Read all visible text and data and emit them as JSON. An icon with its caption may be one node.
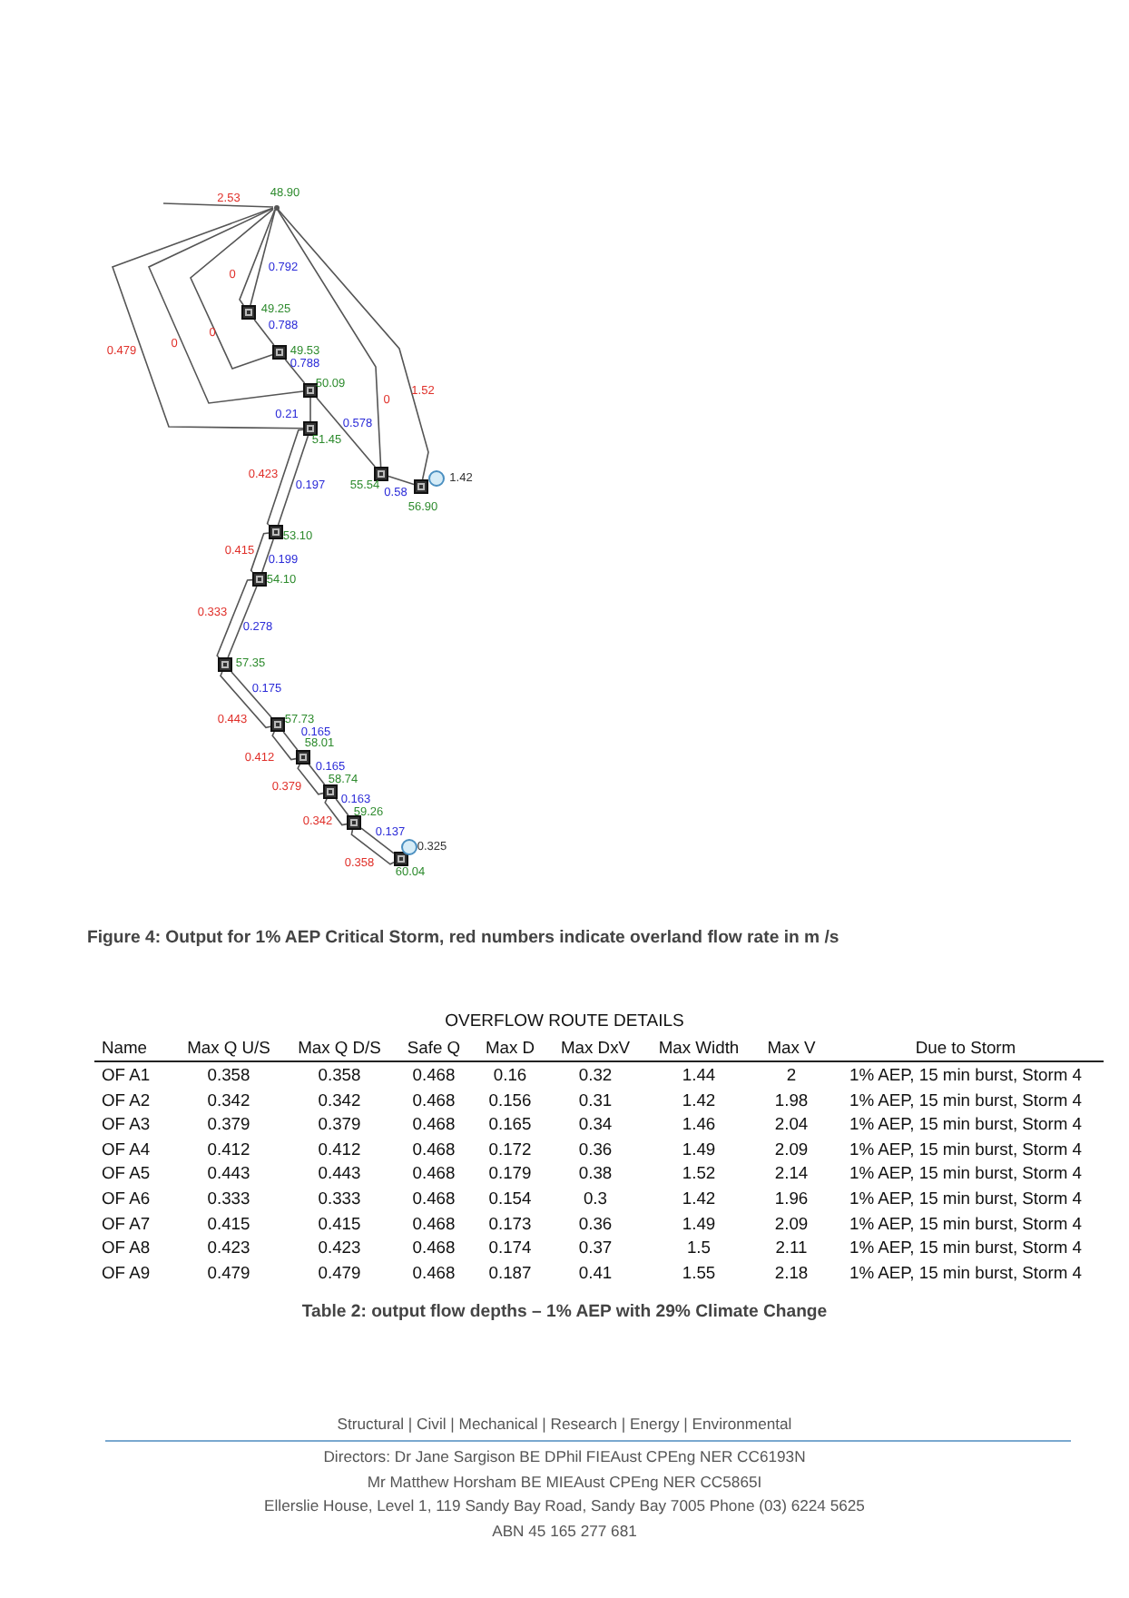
{
  "diagram": {
    "caption": "Figure 4: Output for 1% AEP Critical Storm, red numbers indicate overland flow rate in m /s",
    "nodes": [
      {
        "text": [],
        "shape": "point",
        "beside": [
          "48.90"
        ]
      },
      {
        "text": [],
        "shape": "box",
        "beside": [
          "49.25"
        ]
      },
      {
        "text": [],
        "shape": "box",
        "beside": [
          "49.53"
        ]
      },
      {
        "text": [],
        "shape": "box",
        "beside": [
          "50.09"
        ]
      },
      {
        "text": [],
        "shape": "box",
        "beside": [
          "51.45"
        ]
      },
      {
        "text": [],
        "shape": "box",
        "beside": [
          "55.54"
        ]
      },
      {
        "text": [],
        "shape": "box",
        "beside": [
          "56.90"
        ]
      },
      {
        "text": [],
        "shape": "box",
        "beside": [
          "53.10"
        ]
      },
      {
        "text": [],
        "shape": "box",
        "beside": [
          "54.10"
        ]
      },
      {
        "text": [],
        "shape": "box",
        "beside": [
          "57.35"
        ]
      },
      {
        "text": [],
        "shape": "box",
        "beside": [
          "57.73"
        ]
      },
      {
        "text": [],
        "shape": "box",
        "beside": [
          "58.01"
        ]
      },
      {
        "text": [],
        "shape": "box",
        "beside": [
          "58.74"
        ]
      },
      {
        "text": [],
        "shape": "box",
        "beside": [
          "59.26"
        ]
      },
      {
        "text": [],
        "shape": "box",
        "beside": [
          "60.04"
        ]
      },
      {
        "text": [],
        "shape": "circle",
        "beside": [
          "1.42"
        ]
      },
      {
        "text": [],
        "shape": "circle",
        "beside": [
          "0.325"
        ]
      }
    ],
    "edges": [
      {
        "from": null,
        "to": 0,
        "arrow": "none",
        "label": "2.53"
      },
      {
        "from": 0,
        "to": 1,
        "arrow": "none",
        "label": "0.792"
      },
      {
        "from": 0,
        "to": 1,
        "arrow": "none",
        "label": "0"
      },
      {
        "from": 1,
        "to": 2,
        "arrow": "none",
        "label": "0.788"
      },
      {
        "from": 0,
        "to": 2,
        "arrow": "none",
        "label": "0"
      },
      {
        "from": 2,
        "to": 3,
        "arrow": "none",
        "label": "0.788"
      },
      {
        "from": 0,
        "to": 3,
        "arrow": "none",
        "label": "0"
      },
      {
        "from": 3,
        "to": 4,
        "arrow": "none",
        "label": "0.21"
      },
      {
        "from": 0,
        "to": 4,
        "arrow": "none",
        "label": "0.479"
      },
      {
        "from": 3,
        "to": 5,
        "arrow": "none",
        "label": "0.578"
      },
      {
        "from": 0,
        "to": 5,
        "arrow": "none",
        "label": "0"
      },
      {
        "from": 5,
        "to": 6,
        "arrow": "none",
        "label": "0.58"
      },
      {
        "from": 0,
        "to": 6,
        "arrow": "none",
        "label": "1.52"
      },
      {
        "from": 4,
        "to": 7,
        "arrow": "none",
        "label": "0.197"
      },
      {
        "from": 4,
        "to": 7,
        "arrow": "none",
        "label": "0.423"
      },
      {
        "from": 7,
        "to": 8,
        "arrow": "none",
        "label": "0.199"
      },
      {
        "from": 7,
        "to": 8,
        "arrow": "none",
        "label": "0.415"
      },
      {
        "from": 8,
        "to": 9,
        "arrow": "none",
        "label": "0.278"
      },
      {
        "from": 8,
        "to": 9,
        "arrow": "none",
        "label": "0.333"
      },
      {
        "from": 9,
        "to": 10,
        "arrow": "none",
        "label": "0.175"
      },
      {
        "from": 9,
        "to": 10,
        "arrow": "none",
        "label": "0.443"
      },
      {
        "from": 10,
        "to": 11,
        "arrow": "none",
        "label": "0.165"
      },
      {
        "from": 10,
        "to": 11,
        "arrow": "none",
        "label": "0.412"
      },
      {
        "from": 11,
        "to": 12,
        "arrow": "none",
        "label": "0.165"
      },
      {
        "from": 11,
        "to": 12,
        "arrow": "none",
        "label": "0.379"
      },
      {
        "from": 12,
        "to": 13,
        "arrow": "none",
        "label": "0.163"
      },
      {
        "from": 12,
        "to": 13,
        "arrow": "none",
        "label": "0.342"
      },
      {
        "from": 13,
        "to": 14,
        "arrow": "none",
        "label": "0.137"
      },
      {
        "from": 13,
        "to": 14,
        "arrow": "none",
        "label": "0.358"
      }
    ],
    "labels": [
      "OVERFLOW ROUTE DETAILS",
      "Name",
      "Max Q U/S",
      "Max Q D/S",
      "Safe Q",
      "Max D",
      "Max DxV",
      "Max Width",
      "Max V",
      "Due to Storm",
      "OF A1",
      "0.358",
      "0.358",
      "0.468",
      "0.16",
      "0.32",
      "1.44",
      "2",
      "1% AEP, 15 min burst, Storm 4",
      "OF A2",
      "0.342",
      "0.342",
      "0.468",
      "0.156",
      "0.31",
      "1.42",
      "1.98",
      "1% AEP, 15 min burst, Storm 4",
      "OF A3",
      "0.379",
      "0.379",
      "0.468",
      "0.165",
      "0.34",
      "1.46",
      "2.04",
      "1% AEP, 15 min burst, Storm 4",
      "OF A4",
      "0.412",
      "0.412",
      "0.468",
      "0.172",
      "0.36",
      "1.49",
      "2.09",
      "1% AEP, 15 min burst, Storm 4",
      "OF A5",
      "0.443",
      "0.443",
      "0.468",
      "0.179",
      "0.38",
      "1.52",
      "2.14",
      "1% AEP, 15 min burst, Storm 4",
      "OF A6",
      "0.333",
      "0.333",
      "0.468",
      "0.154",
      "0.3",
      "1.42",
      "1.96",
      "1% AEP, 15 min burst, Storm 4",
      "OF A7",
      "0.415",
      "0.415",
      "0.468",
      "0.173",
      "0.36",
      "1.49",
      "2.09",
      "1% AEP, 15 min burst, Storm 4",
      "OF A8",
      "0.423",
      "0.423",
      "0.468",
      "0.174",
      "0.37",
      "1.5",
      "2.11",
      "1% AEP, 15 min burst, Storm 4",
      "OF A9",
      "0.479",
      "0.479",
      "0.468",
      "0.187",
      "0.41",
      "1.55",
      "2.18",
      "1% AEP, 15 min burst, Storm 4",
      "Table 2: output flow depths – 1% AEP with 29% Climate Change",
      "Structural | Civil | Mechanical | Research | Energy | Environmental",
      "Directors: Dr Jane Sargison BE DPhil FIEAust CPEng NER CC6193N",
      "Mr Matthew Horsham BE MIEAust CPEng NER CC5865I",
      "Ellerslie House, Level 1, 119 Sandy Bay Road, Sandy Bay 7005 Phone (03) 6224 5625",
      "ABN 45 165 277 681"
    ]
  }
}
